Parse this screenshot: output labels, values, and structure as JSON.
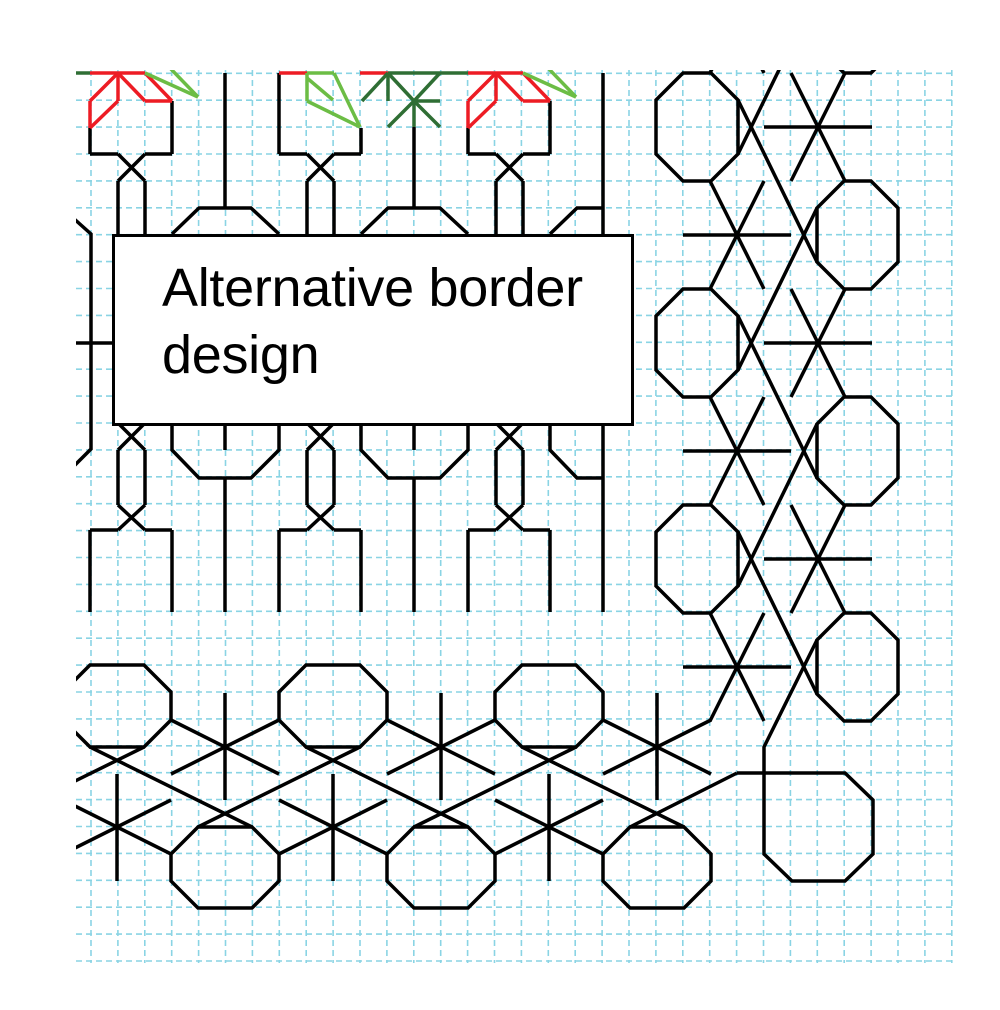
{
  "diagram": {
    "title": "Blackwork embroidery border pattern on grid",
    "label": {
      "line1": "Alternative border",
      "line2": "design"
    },
    "colors": {
      "stitch": "#000000",
      "red_stitch": "#ed1c24",
      "light_green_stitch": "#6cbd45",
      "dark_green_stitch": "#2f6e34",
      "grid": "#8ad4e4",
      "background": "#ffffff"
    }
  }
}
